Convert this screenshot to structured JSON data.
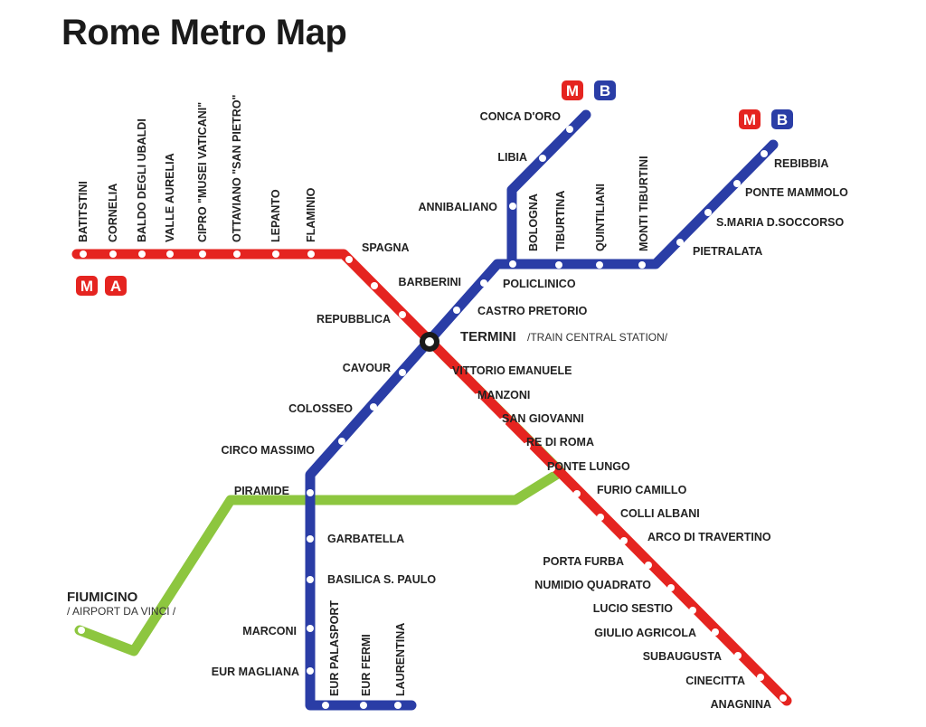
{
  "title": "Rome Metro Map",
  "colors": {
    "line_a": "#e52420",
    "line_b": "#2a3da6",
    "line_c": "#8dc63f",
    "station": "#ffffff"
  },
  "badges": {
    "metro": "M",
    "line_a": "A",
    "line_b": "B"
  },
  "line_a": {
    "stations": [
      "BATITSTINI",
      "CORNELIA",
      "BALDO DEGLI UBALDI",
      "VALLE AURELIA",
      "CIPRO \"MUSEI VATICANI\"",
      "OTTAVIANO \"SAN PIETRO\"",
      "LEPANTO",
      "FLAMINIO",
      "SPAGNA",
      "BARBERINI",
      "REPUBBLICA",
      "VITTORIO EMANUELE",
      "MANZONI",
      "SAN GIOVANNI",
      "RE DI ROMA",
      "PONTE LUNGO",
      "FURIO CAMILLO",
      "COLLI ALBANI",
      "ARCO DI TRAVERTINO",
      "PORTA FURBA",
      "NUMIDIO QUADRATO",
      "LUCIO SESTIO",
      "GIULIO AGRICOLA",
      "SUBAUGUSTA",
      "CINECITTA",
      "ANAGNINA"
    ]
  },
  "line_b": {
    "stations": [
      "LAURENTINA",
      "EUR FERMI",
      "EUR PALASPORT",
      "EUR MAGLIANA",
      "MARCONI",
      "BASILICA S. PAULO",
      "GARBATELLA",
      "PIRAMIDE",
      "CIRCO MASSIMO",
      "COLOSSEO",
      "CAVOUR",
      "CASTRO PRETORIO",
      "POLICLINICO",
      "BOLOGNA",
      "TIBURTINA",
      "QUINTILIANI",
      "MONTI TIBURTINI",
      "PIETRALATA",
      "S.MARIA D.SOCCORSO",
      "PONTE MAMMOLO",
      "REBIBBIA",
      "ANNIBALIANO",
      "LIBIA",
      "CONCA D'ORO"
    ]
  },
  "interchange": {
    "name": "TERMINI",
    "note": "/TRAIN CENTRAL STATION/"
  },
  "airport": {
    "name": "FIUMICINO",
    "note": "/ AIRPORT DA VINCI /"
  }
}
